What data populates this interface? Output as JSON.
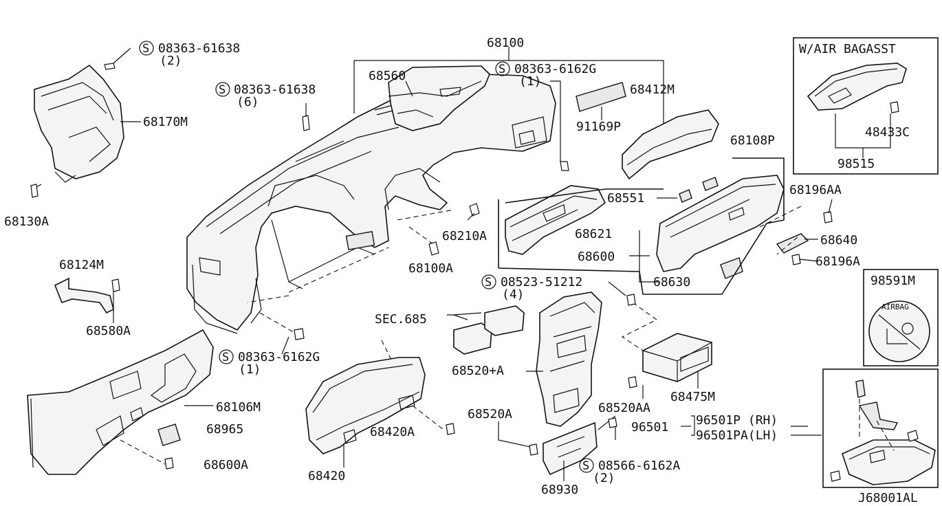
{
  "labels": {
    "l_68100": "68100",
    "l_68560": "68560",
    "l_s_6162G_top": "08363-6162G",
    "l_s_6162G_top_qty": "(1)",
    "l_68412M": "68412M",
    "l_91169P": "91169P",
    "l_s_61638_top": "08363-61638",
    "l_s_61638_top_qty": "(2)",
    "l_68170M": "68170M",
    "l_s_61638_mid": "08363-61638",
    "l_s_61638_mid_qty": "(6)",
    "l_68130A": "68130A",
    "l_68108P": "68108P",
    "l_68551": "68551",
    "l_68196AA": "68196AA",
    "l_68210A": "68210A",
    "l_68621": "68621",
    "l_68600": "68600",
    "l_68640": "68640",
    "l_68196A": "68196A",
    "l_68100A": "68100A",
    "l_68630": "68630",
    "l_68124M": "68124M",
    "l_68580A": "68580A",
    "l_s_51212": "08523-51212",
    "l_s_51212_qty": "(4)",
    "l_sec685": "SEC.685",
    "l_s_6162G_bot": "08363-6162G",
    "l_s_6162G_bot_qty": "(1)",
    "l_68520pA": "68520+A",
    "l_68106M": "68106M",
    "l_68965": "68965",
    "l_68420A": "68420A",
    "l_68520AA": "68520AA",
    "l_68475M": "68475M",
    "l_68600A": "68600A",
    "l_68420": "68420",
    "l_68520A": "68520A",
    "l_96501": "96501",
    "l_96501P": "96501P (RH)",
    "l_96501PA": "96501PA(LH)",
    "l_s_6162A": "08566-6162A",
    "l_s_6162A_qty": "(2)",
    "l_68930": "68930",
    "l_airbag_title": "W/AIR BAGASST",
    "l_48433C": "48433C",
    "l_98515": "98515",
    "l_98591M": "98591M",
    "l_airbag_sticker": "AIRBAG",
    "l_drawing_code": "J68001AL",
    "s_symbol": "S"
  },
  "colors": {
    "ink": "#111111",
    "paper": "#ffffff",
    "part_fill": "#f4f4f4"
  }
}
